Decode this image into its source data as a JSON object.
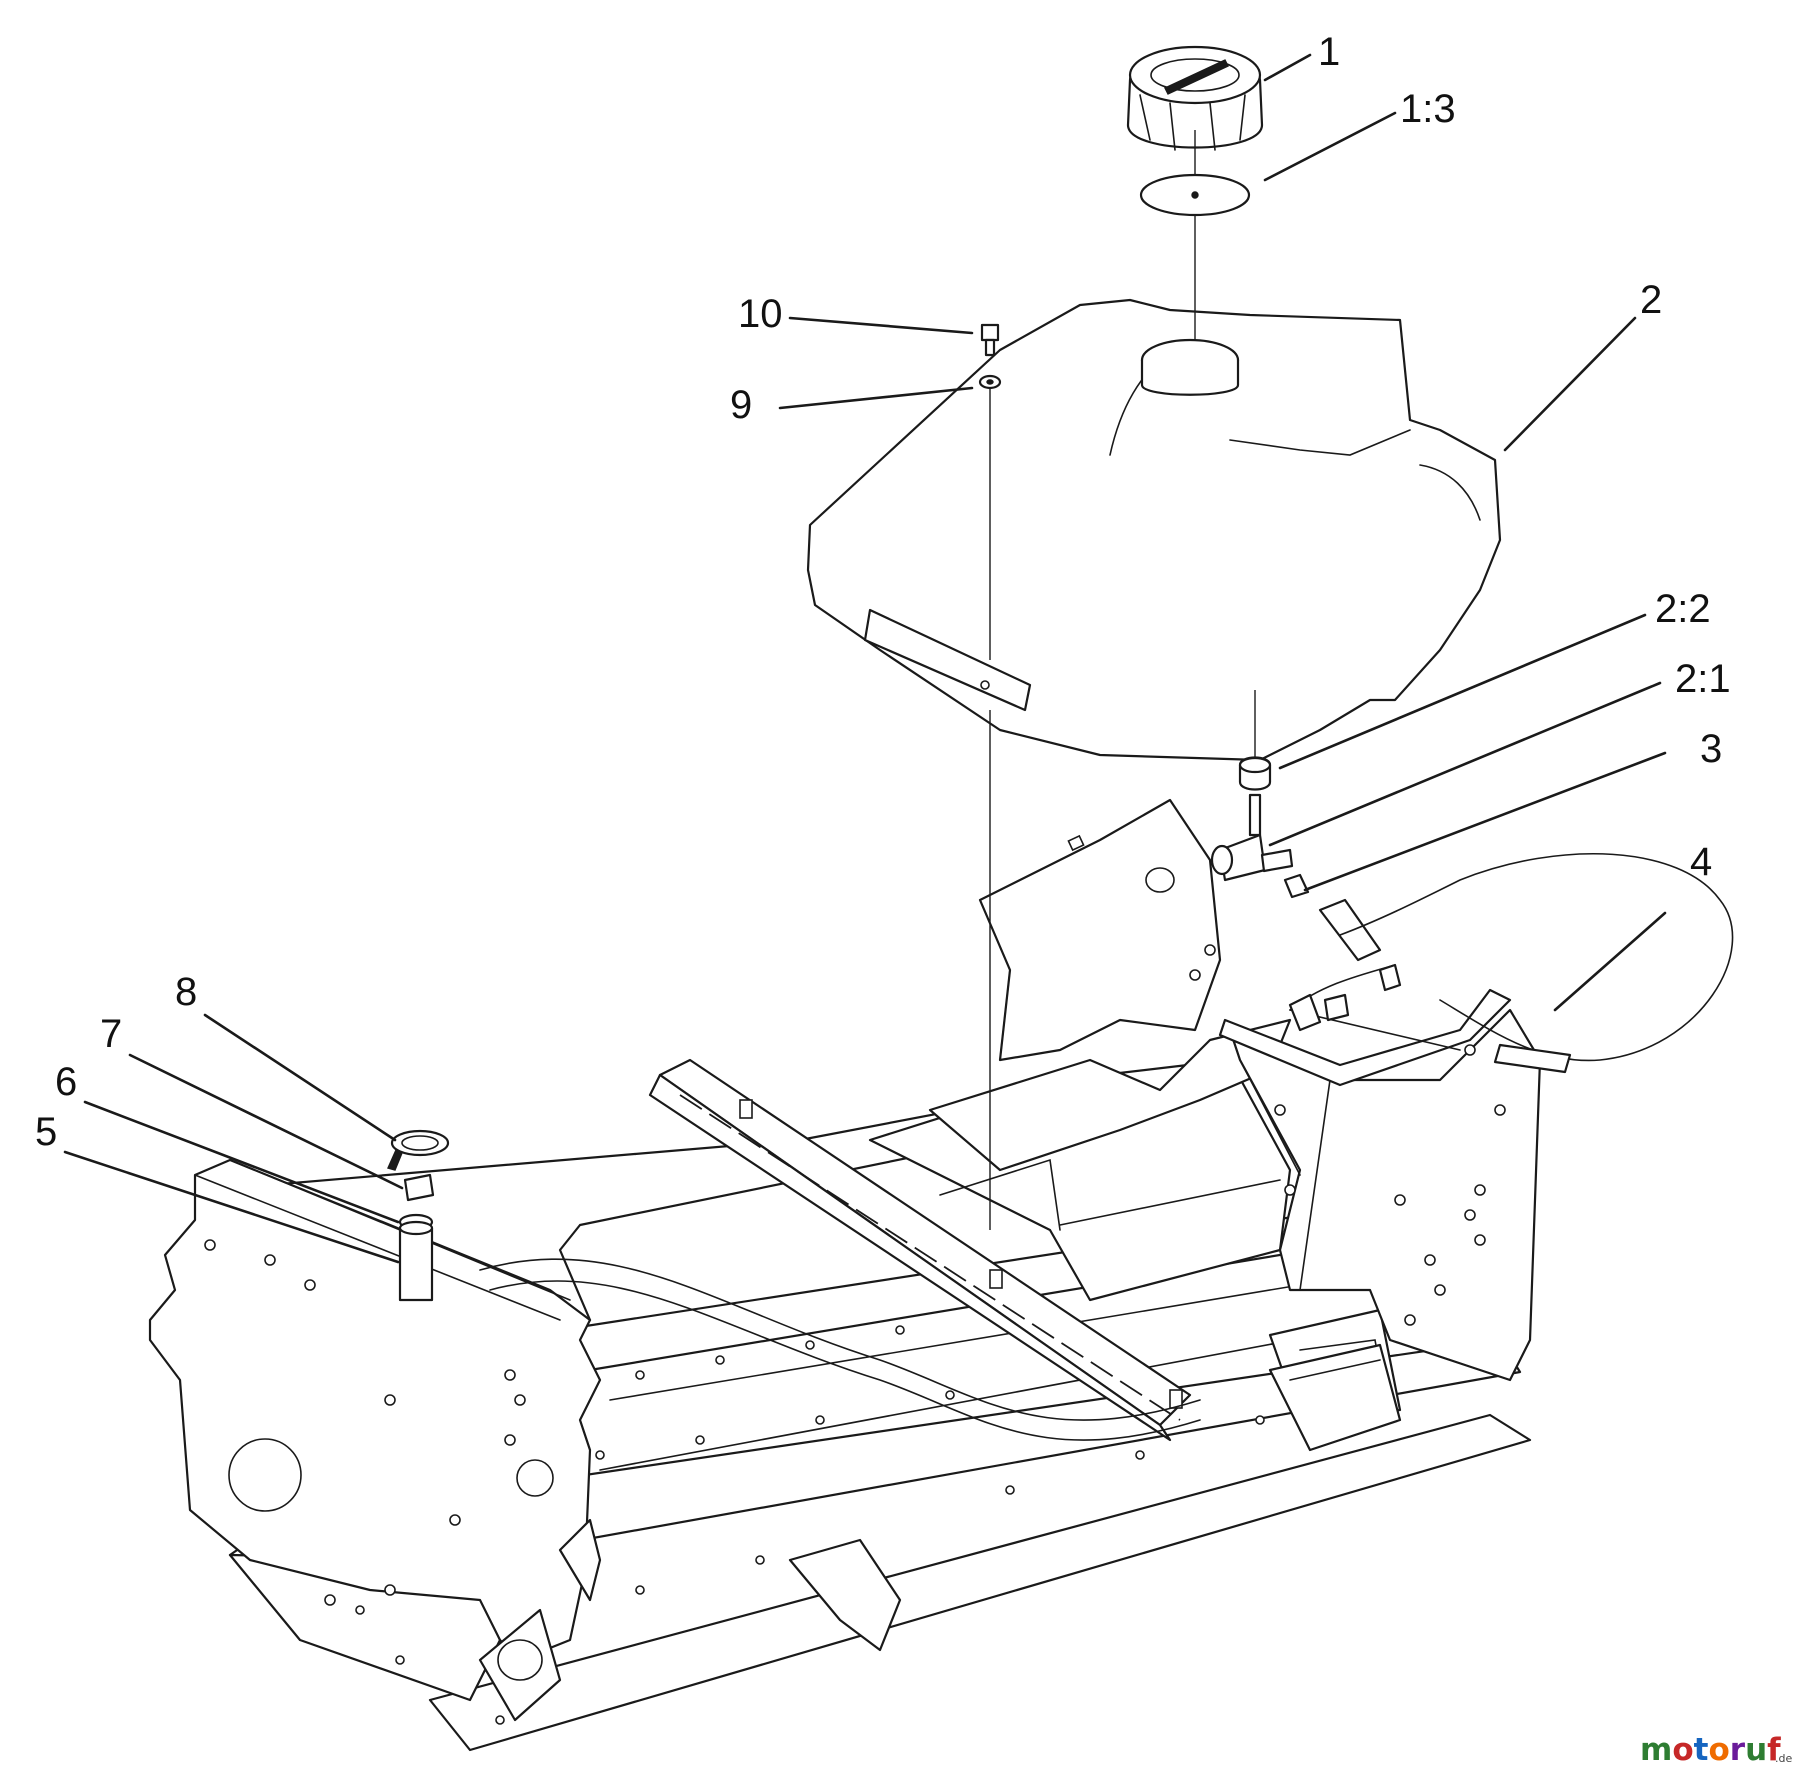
{
  "callouts": [
    {
      "id": "1",
      "label": "1"
    },
    {
      "id": "1-3",
      "label": "1:3"
    },
    {
      "id": "2",
      "label": "2"
    },
    {
      "id": "10",
      "label": "10"
    },
    {
      "id": "9",
      "label": "9"
    },
    {
      "id": "2-2",
      "label": "2:2"
    },
    {
      "id": "2-1",
      "label": "2:1"
    },
    {
      "id": "3",
      "label": "3"
    },
    {
      "id": "4",
      "label": "4"
    },
    {
      "id": "8",
      "label": "8"
    },
    {
      "id": "7",
      "label": "7"
    },
    {
      "id": "6",
      "label": "6"
    },
    {
      "id": "5",
      "label": "5"
    }
  ],
  "watermark": {
    "letters": [
      {
        "ch": "m",
        "color": "#2e7d32"
      },
      {
        "ch": "o",
        "color": "#c62828"
      },
      {
        "ch": "t",
        "color": "#1565c0"
      },
      {
        "ch": "o",
        "color": "#ef6c00"
      },
      {
        "ch": "r",
        "color": "#6a1b9a"
      },
      {
        "ch": "u",
        "color": "#2e7d32"
      },
      {
        "ch": "f",
        "color": "#c62828"
      }
    ],
    "suffix": ".de"
  }
}
